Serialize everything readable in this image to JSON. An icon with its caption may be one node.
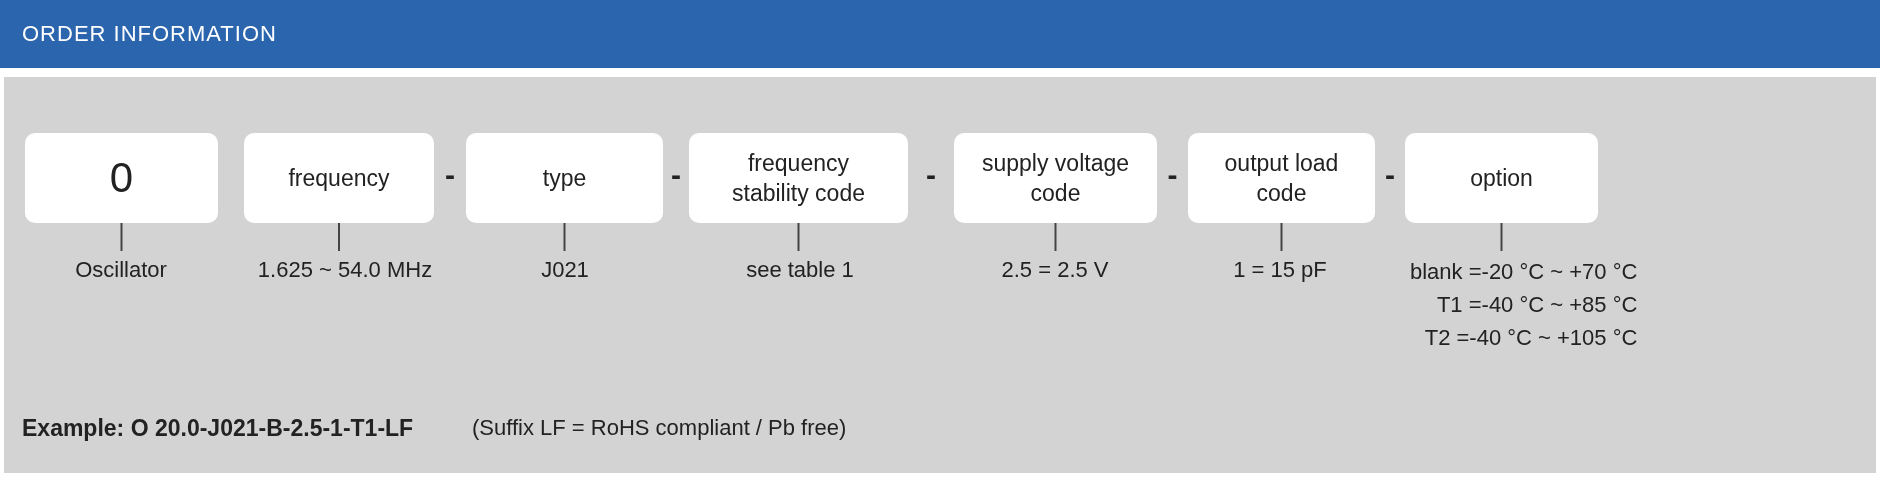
{
  "diagram": {
    "title": "ORDER INFORMATION",
    "nodes": [
      {
        "text": [
          "0"
        ]
      },
      {
        "text": [
          "frequency"
        ]
      },
      {
        "text": [
          "type"
        ]
      },
      {
        "text": [
          "frequency stability code"
        ]
      },
      {
        "text": [
          "supply voltage code"
        ]
      },
      {
        "text": [
          "output load code"
        ]
      },
      {
        "text": [
          "option"
        ]
      },
      {
        "text": [
          "Oscillator"
        ]
      },
      {
        "text": [
          "1.625 ~ 54.0 MHz"
        ]
      },
      {
        "text": [
          "J021"
        ]
      },
      {
        "text": [
          "see table 1"
        ]
      },
      {
        "text": [
          "2.5 = 2.5 V"
        ]
      },
      {
        "text": [
          "1 = 15 pF"
        ]
      },
      {
        "text": [
          "blank =-20 °C ~ +70 °C",
          "T1 =-40 °C ~ +85 °C",
          "T2 =-40 °C ~ +105 °C"
        ]
      }
    ],
    "edges": [
      {
        "from": 0,
        "to": 7,
        "arrow": "none"
      },
      {
        "from": 1,
        "to": 8,
        "arrow": "none"
      },
      {
        "from": 2,
        "to": 9,
        "arrow": "none"
      },
      {
        "from": 3,
        "to": 10,
        "arrow": "none"
      },
      {
        "from": 4,
        "to": 11,
        "arrow": "none"
      },
      {
        "from": 5,
        "to": 12,
        "arrow": "none"
      },
      {
        "from": 6,
        "to": 13,
        "arrow": "none"
      }
    ],
    "labels": [
      "-",
      "-",
      "-",
      "-",
      "-",
      "Example: O 20.0-J021-B-2.5-1-T1-LF",
      "(Suffix LF = RoHS compliant / Pb free)"
    ]
  }
}
